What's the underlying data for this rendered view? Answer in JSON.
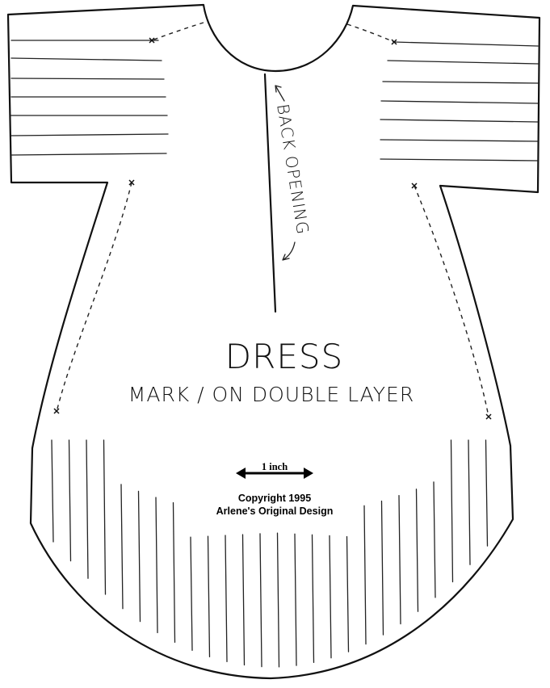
{
  "labels": {
    "title": "DRESS",
    "instruction": "MARK / ON DOUBLE LAYER",
    "back_opening": "BACK OPENING",
    "scale": "1 inch",
    "copyright": "Copyright 1995",
    "designer": "Arlene's Original Design"
  },
  "colors": {
    "line": "#111111",
    "background": "#ffffff"
  }
}
